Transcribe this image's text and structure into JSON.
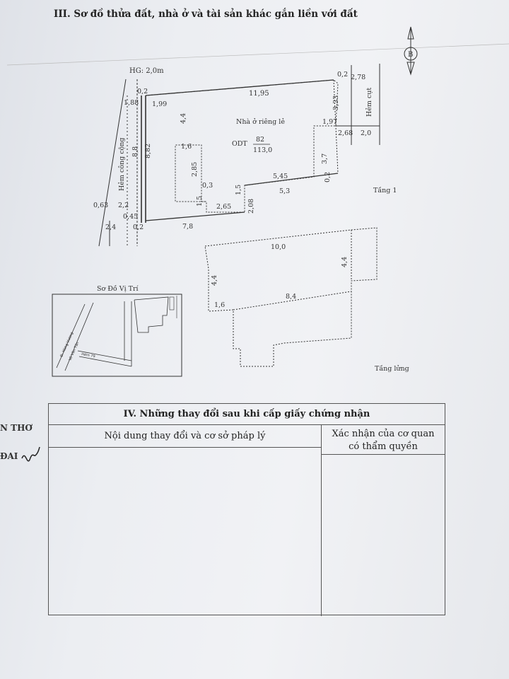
{
  "section3": {
    "heading": "III. Sơ đồ thửa đất, nhà ở và tài sản khác gắn liền với đất"
  },
  "plan": {
    "compass": "B",
    "hg": "HG: 2,0m",
    "alley_public": "Hẻm công cộng",
    "alley_dead_end": "Hẻm cụt",
    "house_type": "Nhà ở riêng lẻ",
    "land_code": "ODT",
    "parcel_no": "82",
    "area": "113,0",
    "floor1_label": "Tầng 1",
    "mezzanine_label": "Tầng lửng",
    "dims": {
      "d_0_2_top": "0,2",
      "d_1_88": "1,88",
      "d_1_99": "1,99",
      "d_11_95": "11,95",
      "d_0_2_right": "0,2",
      "d_2_78": "2,78",
      "d_3_33": "3,33",
      "d_1_97": "1,97",
      "d_2_68": "2,68",
      "d_2_0": "2,0",
      "d_4_4": "4,4",
      "d_1_6": "1,6",
      "d_8_8": "8,8",
      "d_8_82": "8,82",
      "d_2_85": "2,85",
      "d_0_3": "0,3",
      "d_5_45": "5,45",
      "d_3_7": "3,7",
      "d_0_2_mid": "0,2",
      "d_1_5a": "1,5",
      "d_1_5b": "1,5",
      "d_5_3": "5,3",
      "d_2_65": "2,65",
      "d_2_08": "2,08",
      "d_0_63": "0,63",
      "d_2_2": "2,2",
      "d_0_45": "0,45",
      "d_2_4": "2,4",
      "d_0_2_bottom": "0,2",
      "d_7_8": "7,8",
      "m_10_0": "10,0",
      "m_4_4_left": "4,4",
      "m_4_4_right": "4,4",
      "m_1_6": "1,6",
      "m_8_4": "8,4"
    }
  },
  "location_map": {
    "title": "Sơ Đồ Vị Trí",
    "road1": "Đ. Hùng Vương",
    "road2": "Võ Văn Tần",
    "alley": "Hẻm 79"
  },
  "section4": {
    "title": "IV. Những thay đổi sau khi cấp giấy chứng nhận",
    "col_content": "Nội dung thay đổi và cơ sở pháp lý",
    "col_confirm_line1": "Xác nhận của cơ quan",
    "col_confirm_line2": "có thẩm quyền"
  },
  "margin": {
    "text1": "N THƠ",
    "text2": "ĐAI"
  }
}
